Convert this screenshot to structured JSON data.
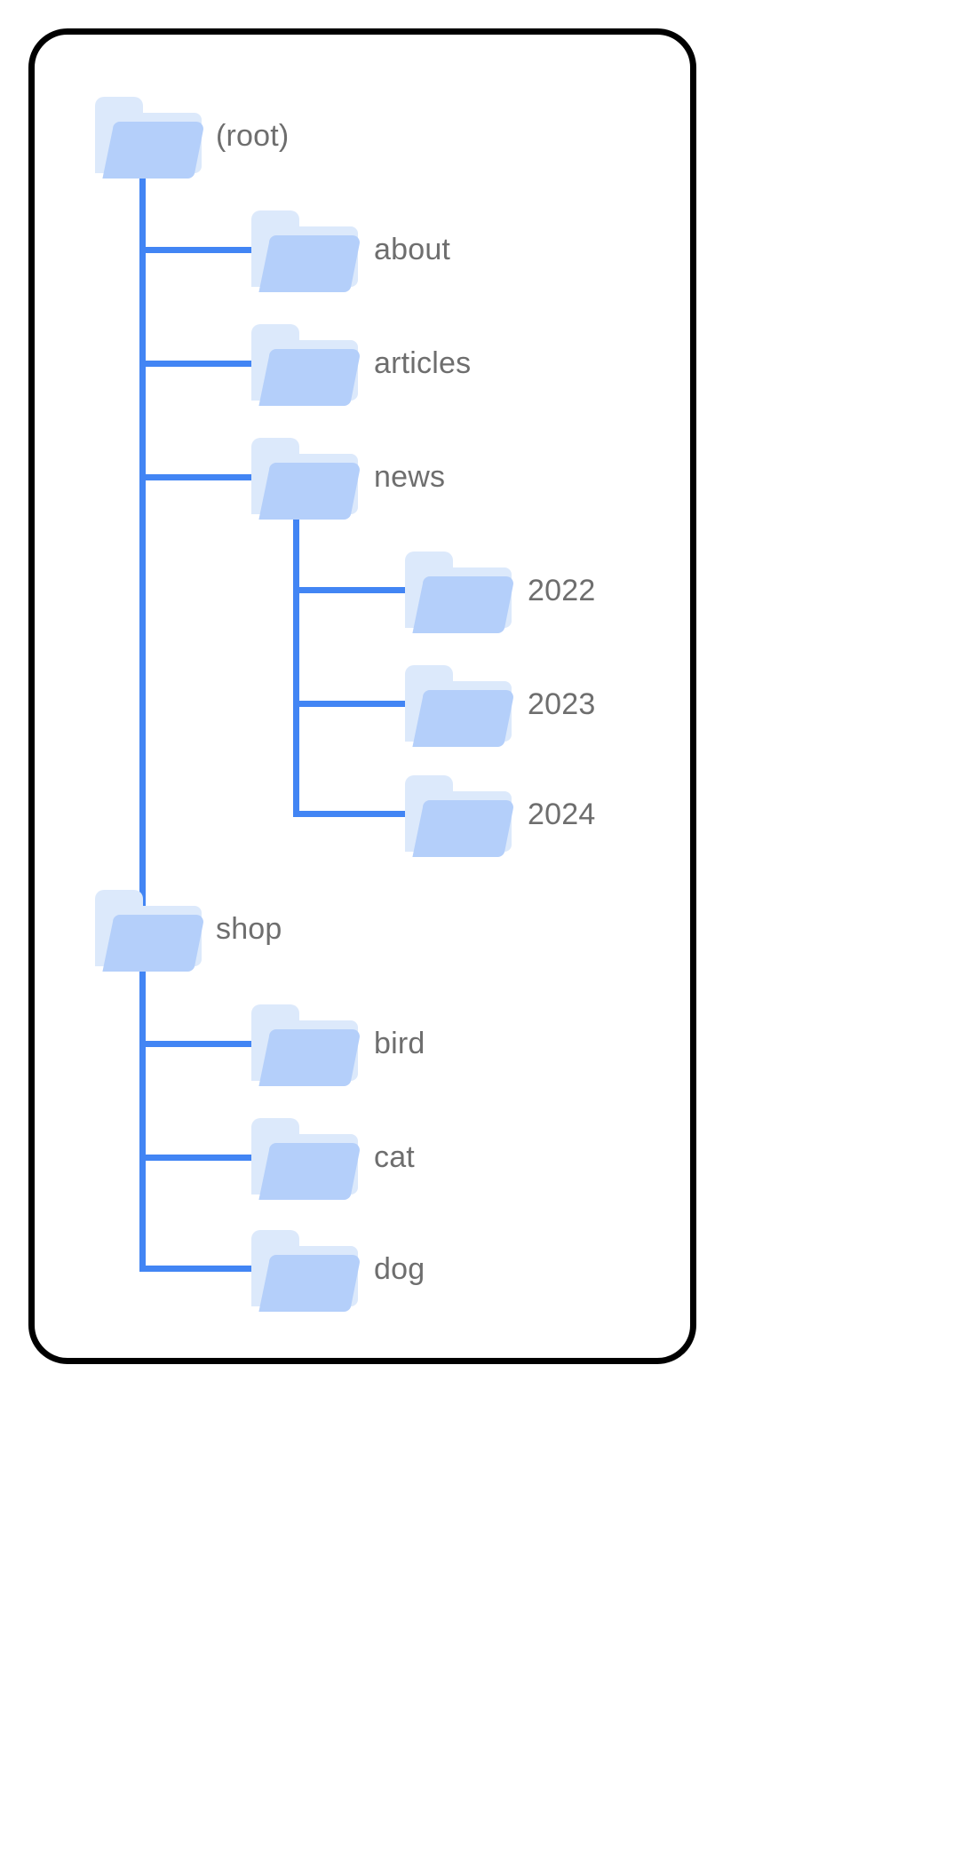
{
  "diagram": {
    "title_visible": false,
    "type": "folder-tree",
    "colors": {
      "connector": "#4285f4",
      "folder_front": "#b4cffa",
      "folder_back": "#dce9fb",
      "label_text": "#6e6e6e",
      "card_border": "#000000",
      "background": "#ffffff"
    },
    "root": {
      "label": "(root)",
      "children": [
        {
          "label": "about",
          "children": []
        },
        {
          "label": "articles",
          "children": []
        },
        {
          "label": "news",
          "children": [
            {
              "label": "2022",
              "children": []
            },
            {
              "label": "2023",
              "children": []
            },
            {
              "label": "2024",
              "children": []
            }
          ]
        },
        {
          "label": "shop",
          "children": [
            {
              "label": "bird",
              "children": []
            },
            {
              "label": "cat",
              "children": []
            },
            {
              "label": "dog",
              "children": []
            }
          ]
        }
      ]
    },
    "nodes": {
      "root": {
        "label": "(root)"
      },
      "about": {
        "label": "about"
      },
      "articles": {
        "label": "articles"
      },
      "news": {
        "label": "news"
      },
      "y2022": {
        "label": "2022"
      },
      "y2023": {
        "label": "2023"
      },
      "y2024": {
        "label": "2024"
      },
      "shop": {
        "label": "shop"
      },
      "bird": {
        "label": "bird"
      },
      "cat": {
        "label": "cat"
      },
      "dog": {
        "label": "dog"
      }
    },
    "icon_name": "folder-icon"
  }
}
